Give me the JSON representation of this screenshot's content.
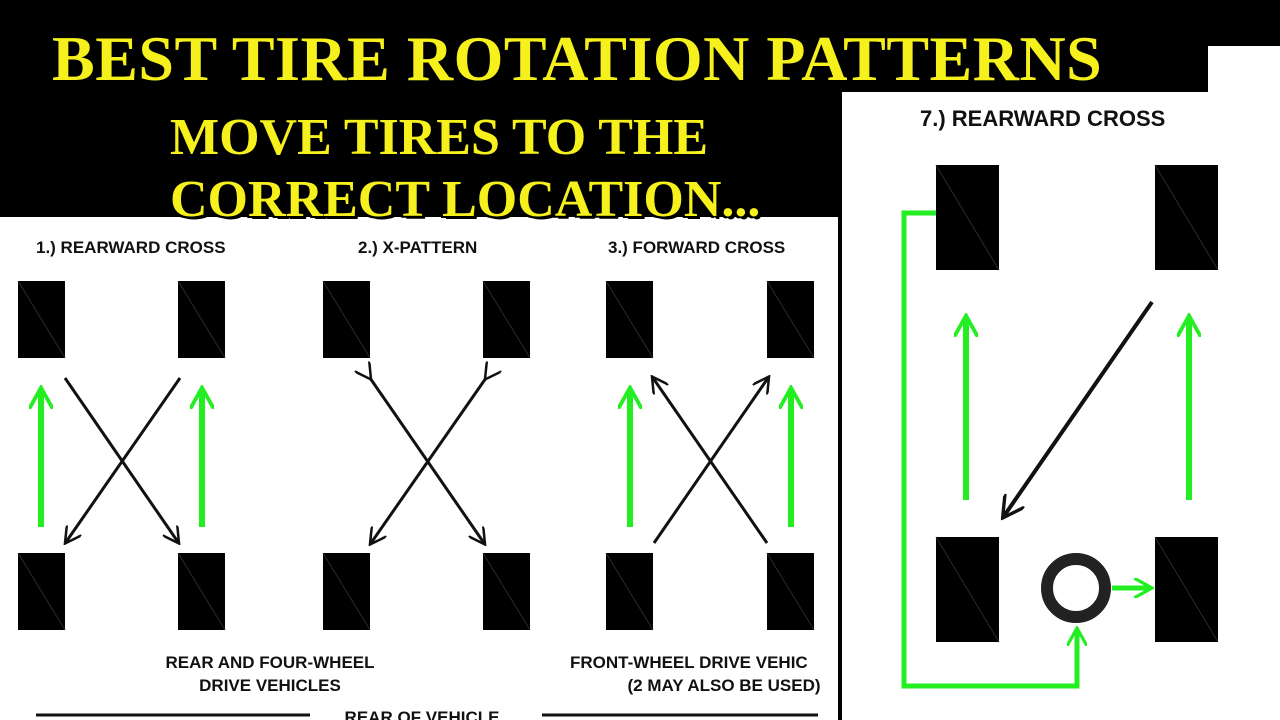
{
  "headline": {
    "title": "BEST TIRE ROTATION PATTERNS",
    "line1": "MOVE TIRES TO THE",
    "line2": "CORRECT LOCATION..."
  },
  "patterns": [
    {
      "label": "1.) REARWARD CROSS"
    },
    {
      "label": "2.) X-PATTERN"
    },
    {
      "label": "3.) FORWARD CROSS"
    },
    {
      "label": "7.) REARWARD CROSS"
    }
  ],
  "captions": {
    "rwd_line1": "REAR AND FOUR-WHEEL",
    "rwd_line2": "DRIVE VEHICLES",
    "fwd_line1": "FRONT-WHEEL DRIVE VEHIC",
    "fwd_line2": "(2 MAY ALSO BE USED)",
    "footer": "REAR OF VEHICLE"
  },
  "colors": {
    "tire": "#000000",
    "green_arrow": "#22ee22",
    "black_arrow": "#111111",
    "headline_text": "#f6f01c",
    "headline_bg": "#000000"
  },
  "icons": [
    "tire-icon",
    "spare-tire-icon",
    "arrow-icon"
  ]
}
